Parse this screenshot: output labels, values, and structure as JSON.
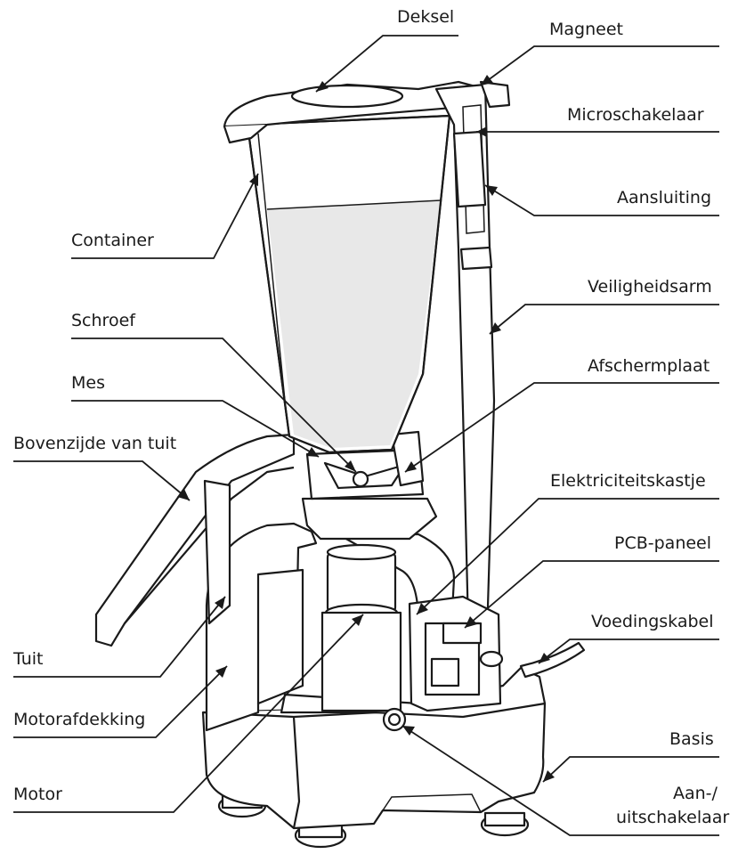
{
  "diagram": {
    "labels": {
      "deksel": "Deksel",
      "magneet": "Magneet",
      "microschakelaar": "Microschakelaar",
      "aansluiting": "Aansluiting",
      "container": "Container",
      "veiligheidsarm": "Veiligheidsarm",
      "schroef": "Schroef",
      "afschermplaat": "Afschermplaat",
      "mes": "Mes",
      "bovenzijde_van_tuit": "Bovenzijde van tuit",
      "elektriciteitskastje": "Elektriciteitskastje",
      "pcb_paneel": "PCB-paneel",
      "voedingskabel": "Voedingskabel",
      "tuit": "Tuit",
      "motorafdekking": "Motorafdekking",
      "basis": "Basis",
      "motor": "Motor",
      "aan_uitschakelaar_line1": "Aan-/",
      "aan_uitschakelaar_line2": "uitschakelaar"
    }
  }
}
